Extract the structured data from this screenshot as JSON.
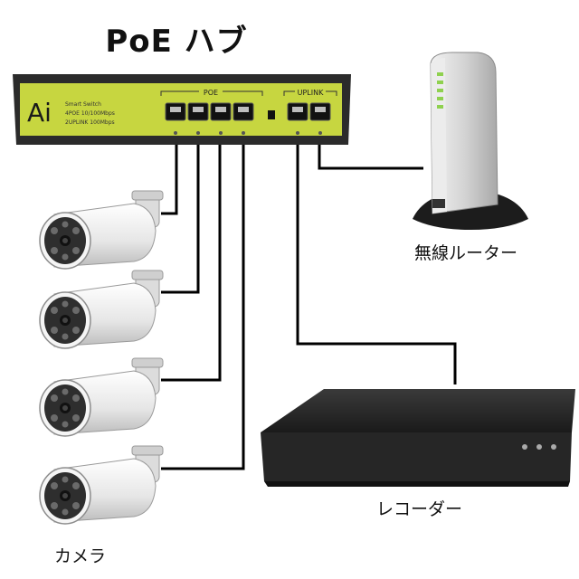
{
  "title": "PoE ハブ",
  "switch": {
    "logo": "Ai",
    "spec_lines": [
      "Smart Switch",
      "4POE 10/100Mbps",
      "2UPLINK 100Mbps"
    ],
    "poe_group_label": "POE",
    "uplink_group_label": "UPLINK"
  },
  "router": {
    "caption": "無線ルーター"
  },
  "recorder": {
    "caption": "レコーダー"
  },
  "cameras": {
    "caption": "カメラ",
    "count": 4
  },
  "colors": {
    "switch_body": "#2b2b2b",
    "switch_panel": "#c7d640",
    "cable": "#000000",
    "router_body": "#d9d9d9",
    "router_leds": "#8fd14f",
    "recorder_body": "#2a2a2a",
    "camera_body": "#eeeeee"
  }
}
